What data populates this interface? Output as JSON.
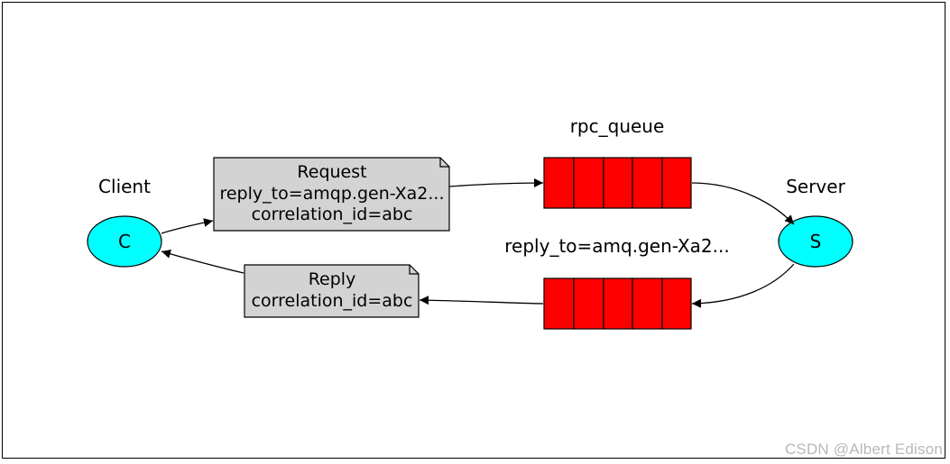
{
  "nodes": {
    "client": {
      "label": "Client",
      "letter": "C",
      "fill": "#00ffff"
    },
    "server": {
      "label": "Server",
      "letter": "S",
      "fill": "#00ffff"
    }
  },
  "queues": {
    "request_queue": {
      "label": "rpc_queue",
      "cells": 5,
      "fill": "#ff0000"
    },
    "reply_queue": {
      "label": "reply_to=amq.gen-Xa2...",
      "cells": 5,
      "fill": "#ff0000"
    }
  },
  "messages": {
    "request": {
      "lines": [
        "Request",
        "reply_to=amqp.gen-Xa2...",
        "correlation_id=abc"
      ],
      "fill": "#d3d3d3"
    },
    "reply": {
      "lines": [
        "Reply",
        "correlation_id=abc"
      ],
      "fill": "#d3d3d3"
    }
  },
  "watermark": "CSDN @Albert Edison"
}
